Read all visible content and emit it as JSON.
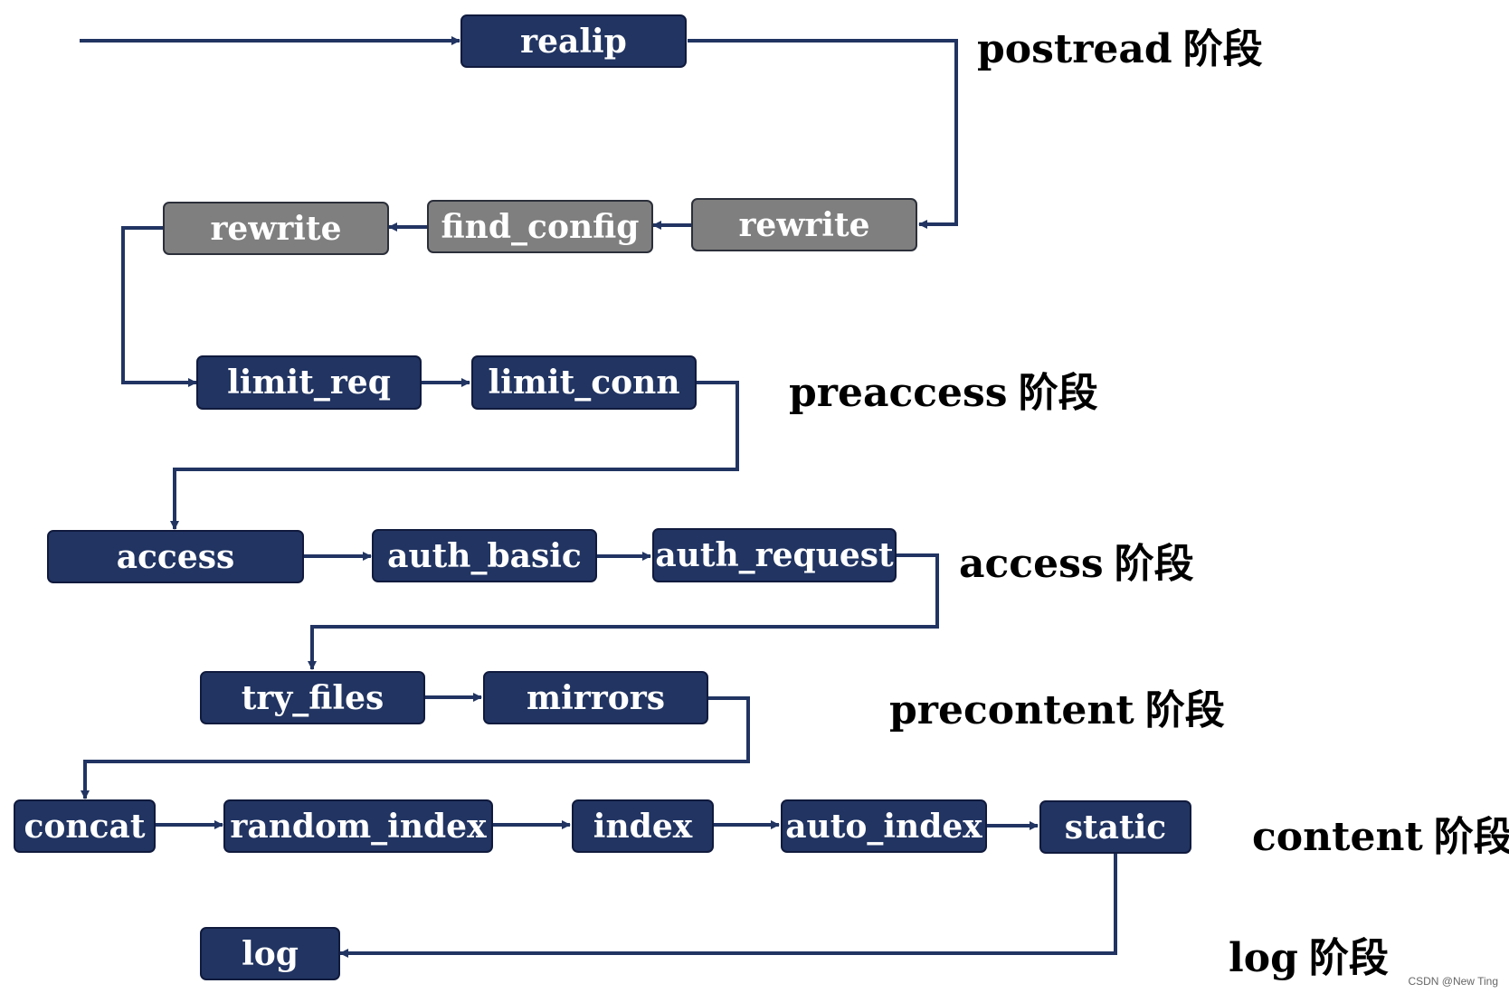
{
  "diagram": {
    "colors": {
      "node_blue": "#213462",
      "node_gray": "#7f7f7f",
      "arrow": "#213462"
    },
    "nodes": {
      "realip": "realip",
      "rewrite_b": "rewrite",
      "find_config": "find_config",
      "rewrite_a": "rewrite",
      "limit_req": "limit_req",
      "limit_conn": "limit_conn",
      "access": "access",
      "auth_basic": "auth_basic",
      "auth_request": "auth_request",
      "try_files": "try_files",
      "mirrors": "mirrors",
      "concat": "concat",
      "random_index": "random_index",
      "index": "index",
      "auto_index": "auto_index",
      "static": "static",
      "log": "log"
    },
    "phases": {
      "postread": {
        "name": "postread",
        "suffix": "阶段"
      },
      "preaccess": {
        "name": "preaccess",
        "suffix": "阶段"
      },
      "access": {
        "name": "access",
        "suffix": "阶段"
      },
      "precontent": {
        "name": "precontent",
        "suffix": "阶段"
      },
      "content": {
        "name": "content",
        "suffix": "阶段"
      },
      "log": {
        "name": "log",
        "suffix": "阶段"
      }
    },
    "edges": [
      [
        "start",
        "realip"
      ],
      [
        "realip",
        "rewrite_a"
      ],
      [
        "rewrite_a",
        "find_config"
      ],
      [
        "find_config",
        "rewrite_b"
      ],
      [
        "rewrite_b",
        "limit_req"
      ],
      [
        "limit_req",
        "limit_conn"
      ],
      [
        "limit_conn",
        "access"
      ],
      [
        "access",
        "auth_basic"
      ],
      [
        "auth_basic",
        "auth_request"
      ],
      [
        "auth_request",
        "try_files"
      ],
      [
        "try_files",
        "mirrors"
      ],
      [
        "mirrors",
        "concat"
      ],
      [
        "concat",
        "random_index"
      ],
      [
        "random_index",
        "index"
      ],
      [
        "index",
        "auto_index"
      ],
      [
        "auto_index",
        "static"
      ],
      [
        "static",
        "log"
      ]
    ]
  },
  "watermark": "CSDN @New Ting"
}
